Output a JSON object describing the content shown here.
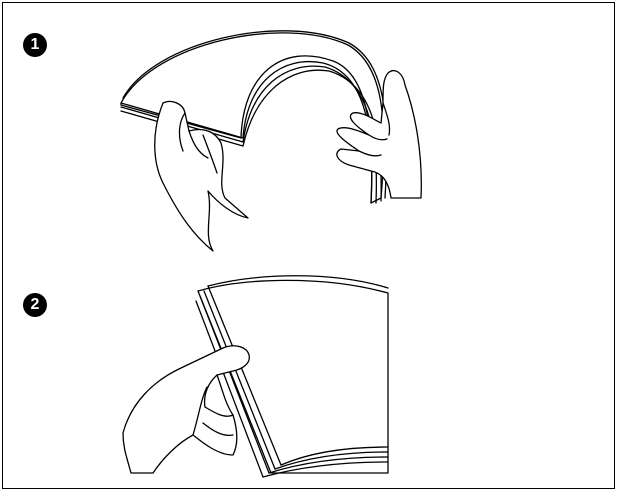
{
  "steps": [
    {
      "number": "1",
      "illustration": "flex-paper-stack"
    },
    {
      "number": "2",
      "illustration": "fan-paper-edges"
    }
  ],
  "colors": {
    "line": "#000000",
    "background": "#ffffff",
    "badge": "#000000",
    "badge_text": "#ffffff"
  }
}
